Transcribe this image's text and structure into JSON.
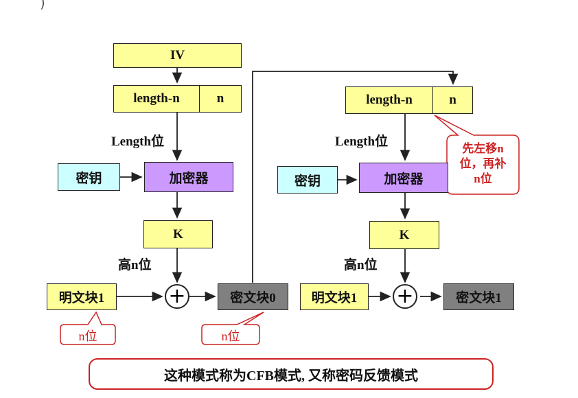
{
  "diagram": {
    "left": {
      "iv": "IV",
      "register_length": "length-n",
      "register_n": "n",
      "length_bits": "Length位",
      "key": "密钥",
      "encryptor": "加密器",
      "k": "K",
      "high_n_bits": "高n位",
      "plaintext": "明文块1",
      "xor": "+",
      "ciphertext": "密文块0",
      "note_plain": "n位",
      "note_cipher": "n位"
    },
    "right": {
      "register_length": "length-n",
      "register_n": "n",
      "length_bits": "Length位",
      "key": "密钥",
      "encryptor": "加密器",
      "k": "K",
      "high_n_bits": "高n位",
      "plaintext": "明文块1",
      "xor": "+",
      "ciphertext": "密文块1",
      "shift_note_line1": "先左移n",
      "shift_note_line2": "位，再补",
      "shift_note_line3": "n位"
    },
    "footer": "这种模式称为CFB模式, 又称密码反馈模式"
  },
  "colors": {
    "register": "#ffff99",
    "encryptor": "#cc99ff",
    "key": "#ccffff",
    "ciphertext": "#808080",
    "callout": "#cc2222"
  }
}
